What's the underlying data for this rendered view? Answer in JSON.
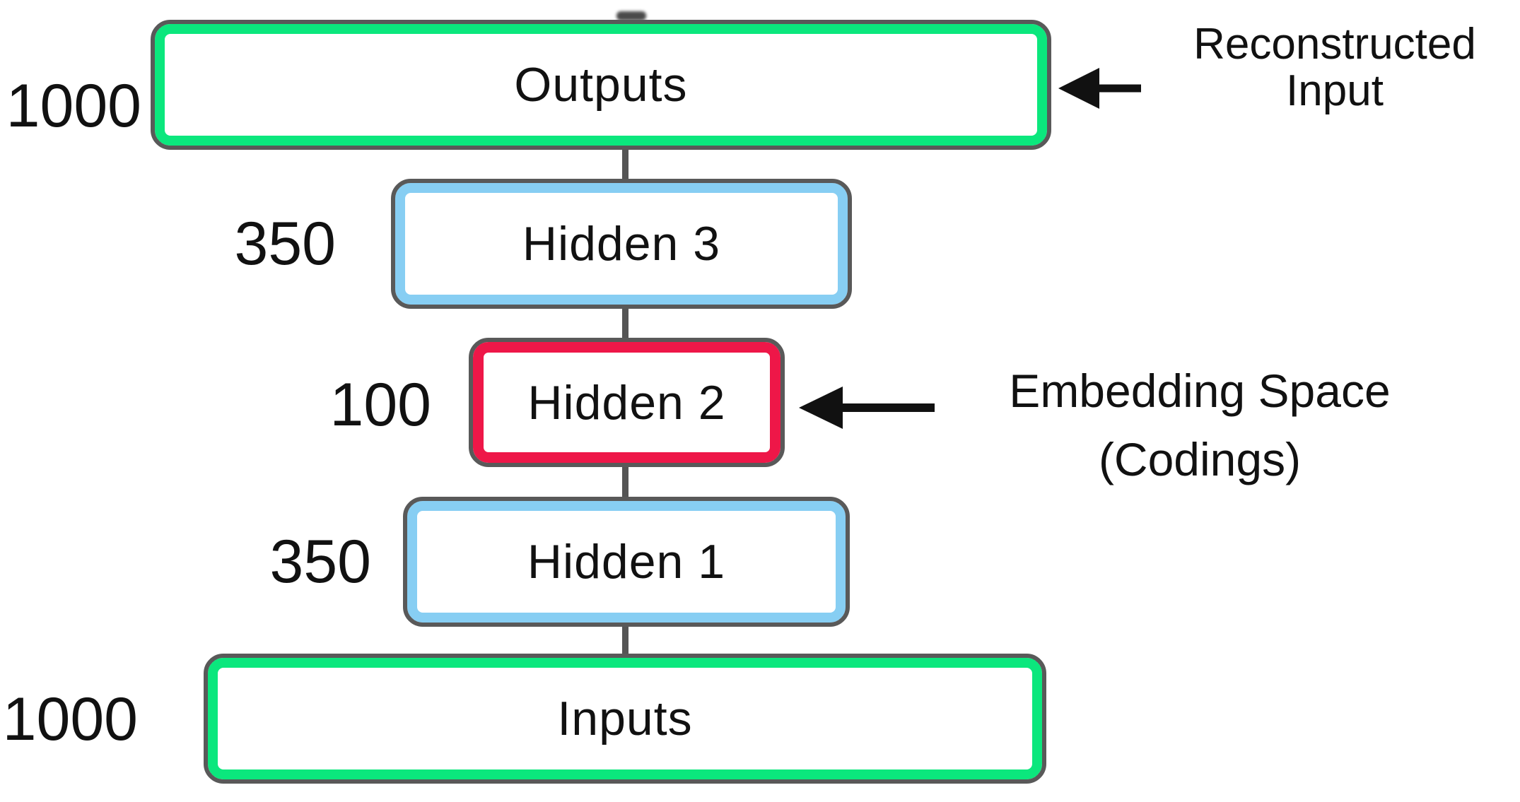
{
  "diagram": {
    "type": "stacked-autoencoder-architecture",
    "layers": [
      {
        "id": "outputs",
        "label": "Outputs",
        "size": "1000",
        "ring_color": "#0be77d"
      },
      {
        "id": "hidden3",
        "label": "Hidden 3",
        "size": "350",
        "ring_color": "#87cef3"
      },
      {
        "id": "hidden2",
        "label": "Hidden 2",
        "size": "100",
        "ring_color": "#ee1748"
      },
      {
        "id": "hidden1",
        "label": "Hidden 1",
        "size": "350",
        "ring_color": "#87cef3"
      },
      {
        "id": "inputs",
        "label": "Inputs",
        "size": "1000",
        "ring_color": "#0be77d"
      }
    ],
    "connections": [
      [
        "outputs",
        "hidden3"
      ],
      [
        "hidden3",
        "hidden2"
      ],
      [
        "hidden2",
        "hidden1"
      ],
      [
        "hidden1",
        "inputs"
      ]
    ],
    "annotations": [
      {
        "target": "outputs",
        "line1": "Reconstructed",
        "line2": "Input"
      },
      {
        "target": "hidden2",
        "line1": "Embedding Space",
        "line2": "(Codings)"
      }
    ],
    "colors": {
      "green_ring": "#0be77d",
      "blue_ring": "#87cef3",
      "red_ring": "#ee1748",
      "box_outline": "#595959",
      "connector": "#555555",
      "arrow": "#111111",
      "text": "#111111",
      "background": "#ffffff"
    }
  }
}
